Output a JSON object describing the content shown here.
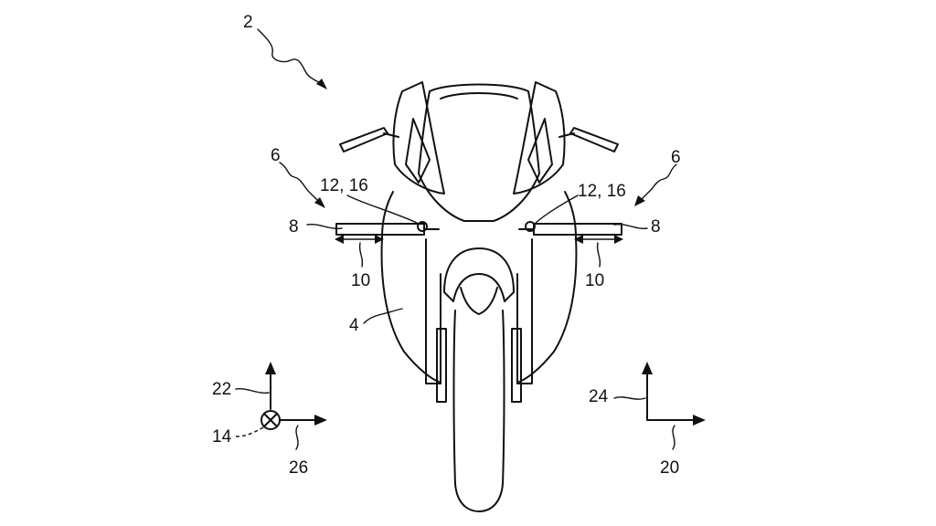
{
  "labels": {
    "vehicle_ref": "2",
    "body_ref": "4",
    "device_left": "6",
    "device_right": "6",
    "sensor_left": "8",
    "sensor_right": "8",
    "travel_left": "10",
    "travel_right": "10",
    "mount_left": "12, 16",
    "mount_right": "12, 16",
    "axis_into": "14",
    "axis_right": "20",
    "axis_up_left": "22",
    "axis_up_right": "24",
    "axis_lateral": "26"
  }
}
